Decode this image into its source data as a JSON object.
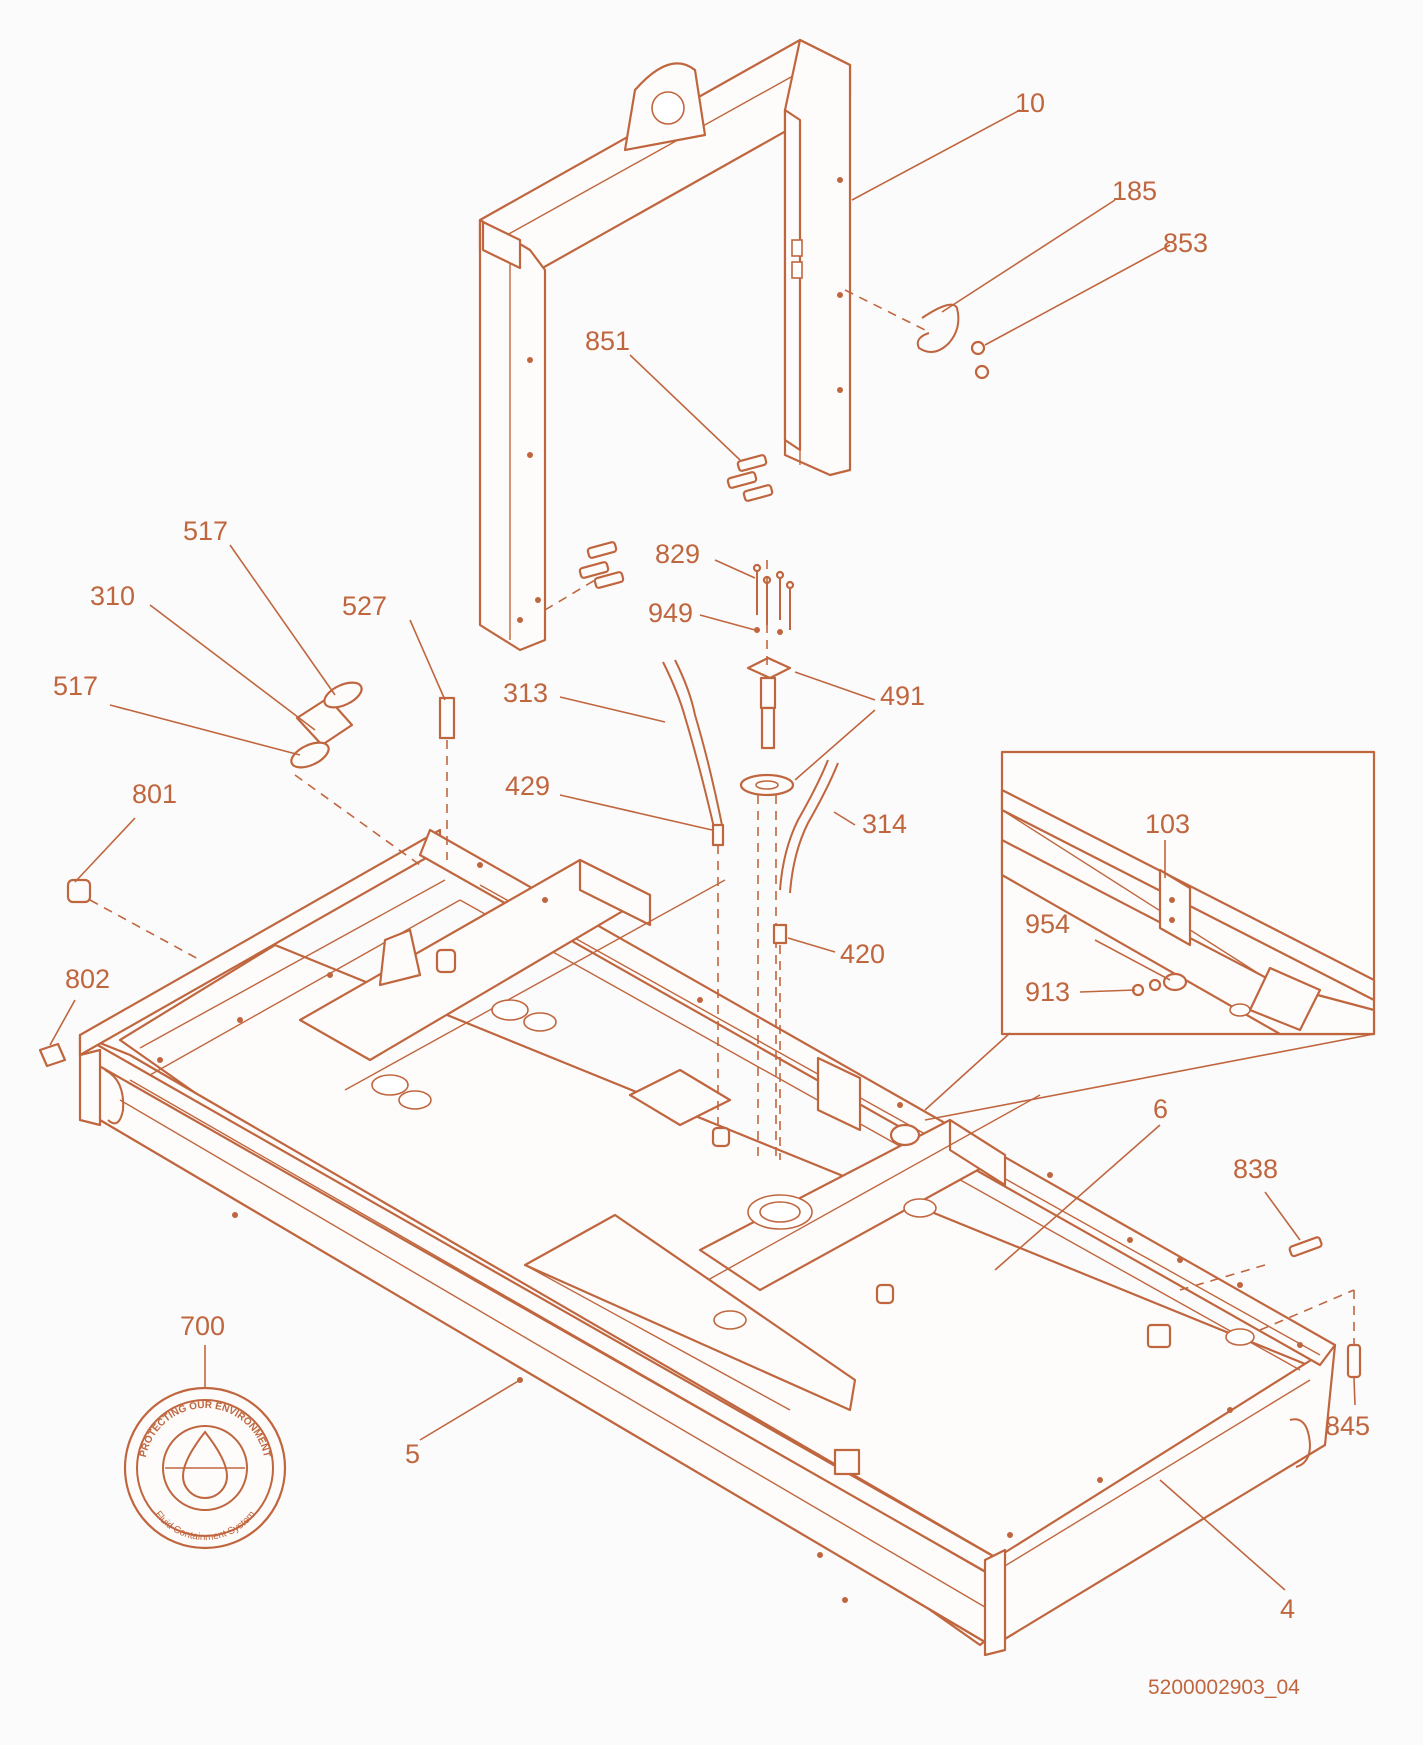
{
  "colors": {
    "line": "#c0663f",
    "background": "#fbfbfb"
  },
  "callouts": {
    "c10": "10",
    "c185": "185",
    "c853": "853",
    "c851": "851",
    "c517a": "517",
    "c310": "310",
    "c517b": "517",
    "c527": "527",
    "c829": "829",
    "c949": "949",
    "c313": "313",
    "c491": "491",
    "c429": "429",
    "c314": "314",
    "c420": "420",
    "c801": "801",
    "c802": "802",
    "c103": "103",
    "c954": "954",
    "c913": "913",
    "c6": "6",
    "c838": "838",
    "c845": "845",
    "c700": "700",
    "c5": "5",
    "c4": "4"
  },
  "badge": {
    "top_text": "PROTECTING OUR ENVIRONMENT",
    "bottom_text": "Fluid Containment System",
    "icon": "fluid-drop-icon"
  },
  "drawing_number": "5200002903_04"
}
